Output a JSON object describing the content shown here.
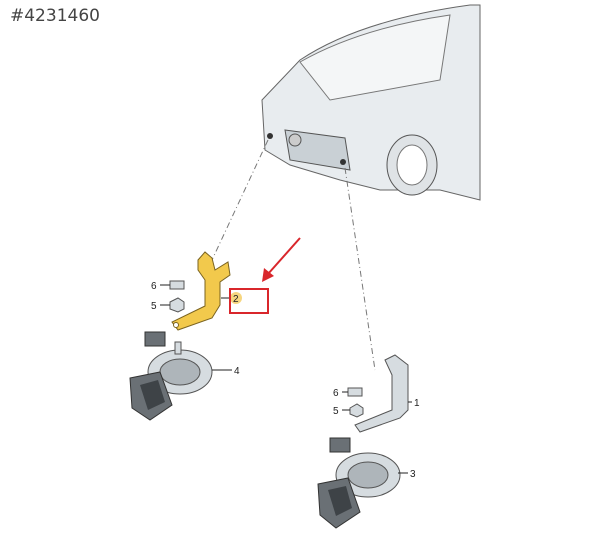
{
  "image_id_label": "#4231460",
  "callouts": {
    "bracket_left": "2",
    "horn_left": "4",
    "bracket_right": "1",
    "horn_right": "3",
    "bolt_left": "6",
    "nut_left": "5",
    "bolt_right": "6",
    "nut_right": "5"
  },
  "colors": {
    "highlight_part": "#f2c94c",
    "annotation": "#d9262b"
  }
}
